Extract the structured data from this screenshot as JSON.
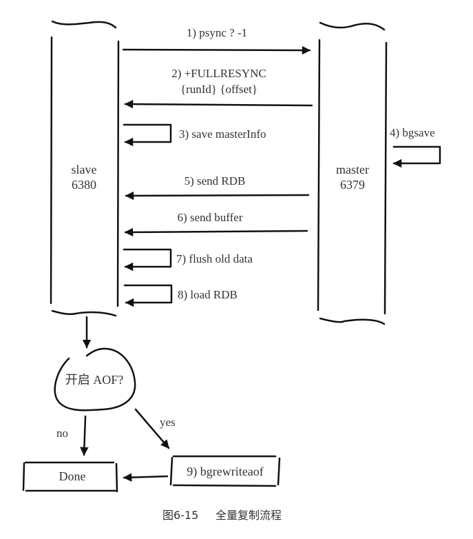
{
  "nodes": {
    "slave": {
      "name": "slave",
      "port": "6380"
    },
    "master": {
      "name": "master",
      "port": "6379"
    },
    "decision": {
      "label": "开启 AOF?"
    },
    "done": {
      "label": "Done"
    },
    "bgrewriteaof": {
      "label": "9) bgrewriteaof"
    }
  },
  "steps": [
    {
      "label": "1) psync ? -1",
      "direction": "slave-to-master"
    },
    {
      "label": "2) +FULLRESYNC",
      "label_line2": "{runId} {offset}",
      "direction": "master-to-slave"
    },
    {
      "label": "3) save masterInfo",
      "direction": "slave-self"
    },
    {
      "label": "4) bgsave",
      "direction": "master-self"
    },
    {
      "label": "5) send RDB",
      "direction": "master-to-slave"
    },
    {
      "label": "6) send buffer",
      "direction": "master-to-slave"
    },
    {
      "label": "7) flush old data",
      "direction": "slave-self"
    },
    {
      "label": "8) load RDB",
      "direction": "slave-self"
    }
  ],
  "branches": {
    "no": "no",
    "yes": "yes"
  },
  "caption": {
    "figure": "图6-15",
    "title": "全量复制流程"
  }
}
